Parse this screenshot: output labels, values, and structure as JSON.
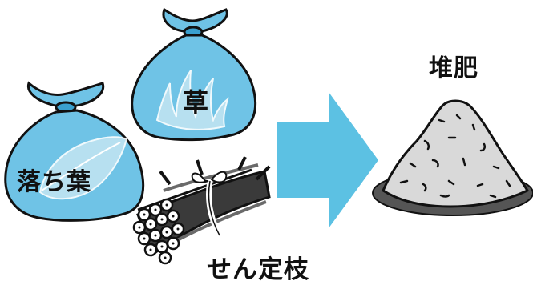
{
  "labels": {
    "grass": "草",
    "fallen_leaves": "落ち葉",
    "pruned_branches": "せん定枝",
    "compost": "堆肥"
  },
  "icons": {
    "grass_bag": "grass-bag-icon",
    "leaves_bag": "leaves-bag-icon",
    "branches_bundle": "branch-bundle-icon",
    "arrow": "right-arrow-icon",
    "compost_pile": "compost-pile-icon"
  },
  "colors": {
    "bag_fill": "#6fc3e6",
    "bag_tie": "#3aa0cf",
    "arrow": "#5cc1e3",
    "branch": "#3a3a3a",
    "compost": "#d9d9d9",
    "compost_shadow": "#555555",
    "outline": "#111111"
  }
}
